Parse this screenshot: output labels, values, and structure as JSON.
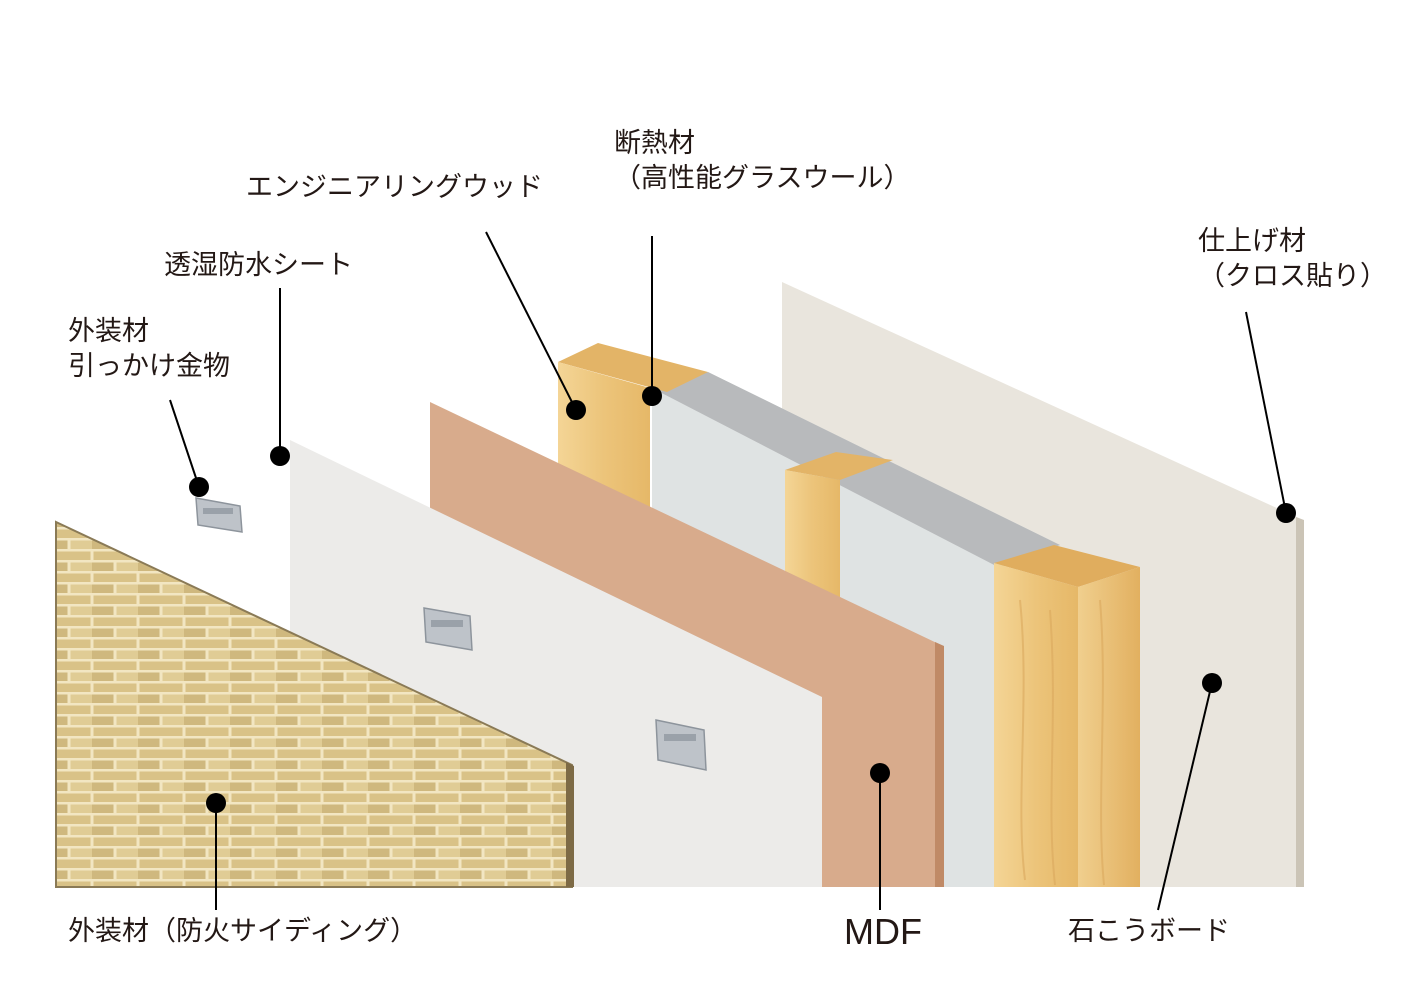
{
  "labels": {
    "hook": [
      "外装材",
      "引っかけ金物"
    ],
    "sheet": "透湿防水シート",
    "wood": "エンジニアリングウッド",
    "insulation": [
      "断熱材",
      "（高性能グラスウール）"
    ],
    "finish": [
      "仕上げ材",
      "（クロス貼り）"
    ],
    "siding": "外装材（防火サイディング）",
    "mdf": "MDF",
    "board": "石こうボード"
  },
  "colors": {
    "brick_base": "#d8c48f",
    "brick_mortar": "#f2e6c2",
    "sheet": "#ededec",
    "mdf": "#d7aa8b",
    "mdf_edge": "#c48f6d",
    "wood": "#ecc57e",
    "wood_top": "#e2b064",
    "insulation": "#dde1e1",
    "insulation_top": "#b7b9bb",
    "board": "#e8e4dc",
    "board_edge": "#c9c3b5",
    "metal": "#b9bec4",
    "callout": "#000000"
  }
}
